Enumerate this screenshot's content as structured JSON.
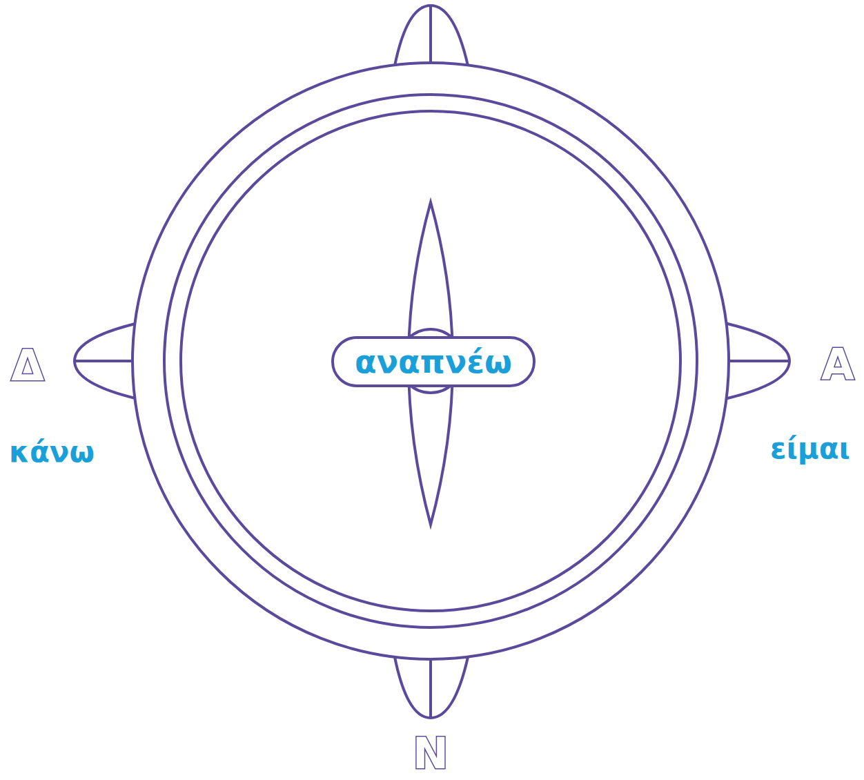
{
  "diagram": {
    "nodes": [
      {
        "text": [
          "αναπνέω"
        ]
      }
    ],
    "labels": [
      "Δ",
      "Α",
      "κάνω",
      "είμαι",
      "Ν"
    ]
  }
}
